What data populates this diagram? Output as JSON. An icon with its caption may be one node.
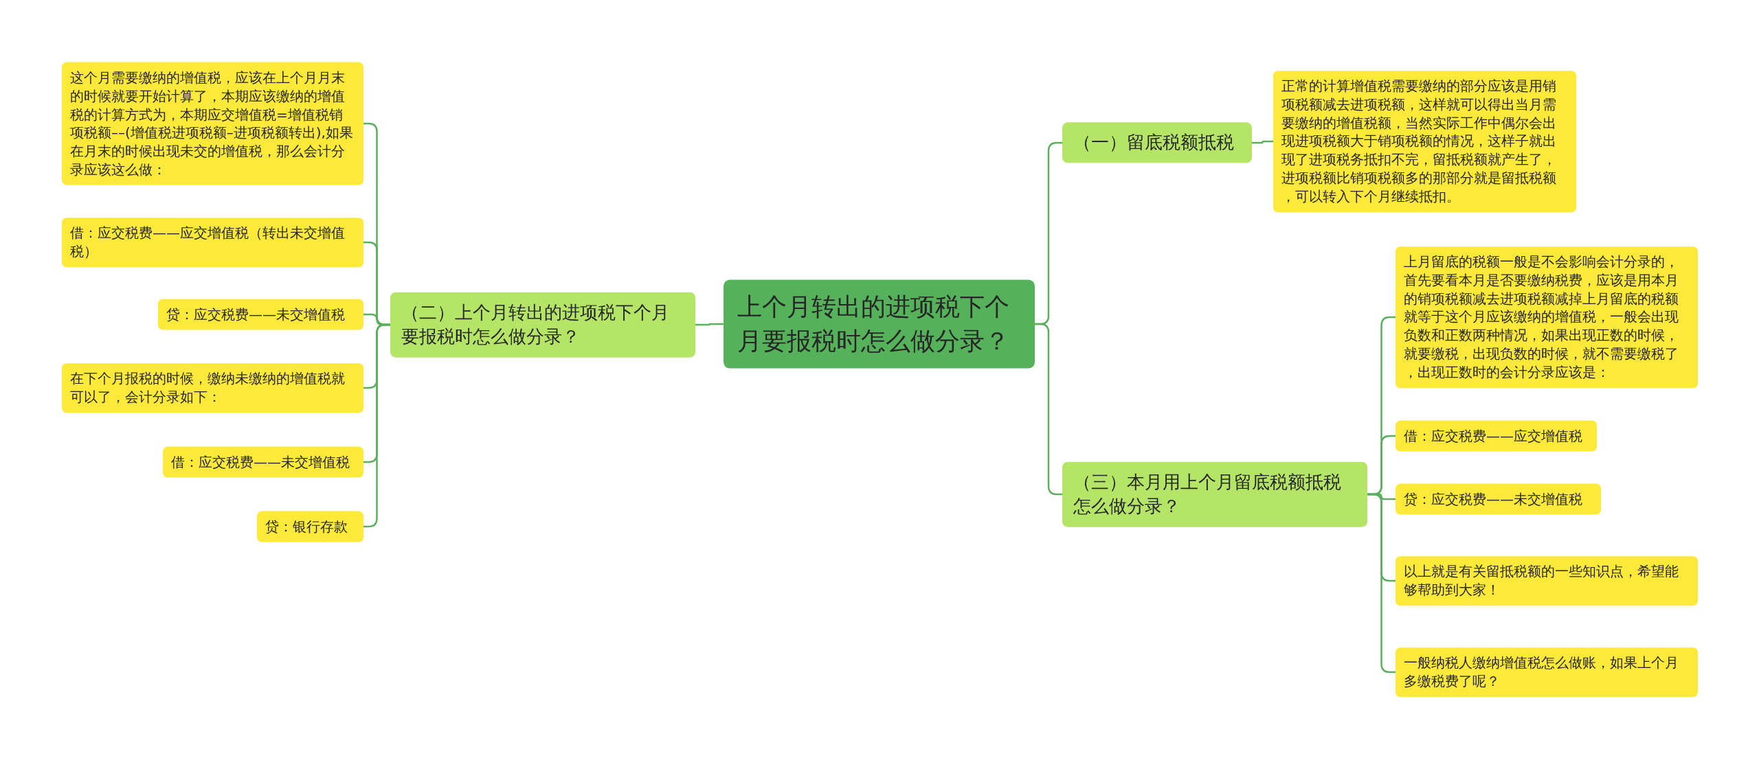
{
  "diagram": {
    "nodes": [
      {
        "text": [
          "上个月转出的进项税下个月要报税时怎么做分录？"
        ]
      },
      {
        "text": [
          "（二）上个月转出的进项税下个月要报税时怎么做分录？"
        ]
      },
      {
        "text": [
          "这个月需要缴纳的增值税，应该在上个月月末的时候就要开始计算了，本期应该缴纳的增值税的计算方式为，本期应交增值税=增值税销项税额––(增值税进项税额–进项税额转出),如果在月末的时候出现未交的增值税，那么会计分录应该这么做："
        ]
      },
      {
        "text": [
          "借：应交税费——应交增值税（转出未交增值税）"
        ]
      },
      {
        "text": [
          "贷：应交税费——未交增值税"
        ]
      },
      {
        "text": [
          "在下个月报税的时候，缴纳未缴纳的增值税就可以了，会计分录如下："
        ]
      },
      {
        "text": [
          "借：应交税费——未交增值税"
        ]
      },
      {
        "text": [
          "贷：银行存款"
        ]
      },
      {
        "text": [
          "（一）留底税额抵税"
        ]
      },
      {
        "text": [
          "正常的计算增值税需要缴纳的部分应该是用销项税额减去进项税额，这样就可以得出当月需要缴纳的增值税额，当然实际工作中偶尔会出现进项税额大于销项税额的情况，这样子就出现了进项税务抵扣不完，留抵税额就产生了，进项税额比销项税额多的那部分就是留抵税额，可以转入下个月继续抵扣。"
        ]
      },
      {
        "text": [
          "（三）本月用上个月留底税额抵税怎么做分录？"
        ]
      },
      {
        "text": [
          "上月留底的税额一般是不会影响会计分录的，首先要看本月是否要缴纳税费，应该是用本月的销项税额减去进项税额减掉上月留底的税额就等于这个月应该缴纳的增值税，一般会出现负数和正数两种情况，如果出现正数的时候，就要缴税，出现负数的时候，就不需要缴税了，出现正数时的会计分录应该是："
        ]
      },
      {
        "text": [
          "借：应交税费——应交增值税"
        ]
      },
      {
        "text": [
          "贷：应交税费——未交增值税"
        ]
      },
      {
        "text": [
          "以上就是有关留抵税额的一些知识点，希望能够帮助到大家！"
        ]
      },
      {
        "text": [
          "一般纳税人缴纳增值税怎么做账，如果上个月多缴税费了呢？"
        ]
      }
    ],
    "edges": [
      {
        "from": 0,
        "to": 1,
        "arrow": "none"
      },
      {
        "from": 1,
        "to": 2,
        "arrow": "none"
      },
      {
        "from": 1,
        "to": 3,
        "arrow": "none"
      },
      {
        "from": 1,
        "to": 4,
        "arrow": "none"
      },
      {
        "from": 1,
        "to": 5,
        "arrow": "none"
      },
      {
        "from": 1,
        "to": 6,
        "arrow": "none"
      },
      {
        "from": 1,
        "to": 7,
        "arrow": "none"
      },
      {
        "from": 0,
        "to": 8,
        "arrow": "none"
      },
      {
        "from": 8,
        "to": 9,
        "arrow": "none"
      },
      {
        "from": 0,
        "to": 10,
        "arrow": "none"
      },
      {
        "from": 10,
        "to": 11,
        "arrow": "none"
      },
      {
        "from": 10,
        "to": 12,
        "arrow": "none"
      },
      {
        "from": 10,
        "to": 13,
        "arrow": "none"
      },
      {
        "from": 10,
        "to": 14,
        "arrow": "none"
      },
      {
        "from": 10,
        "to": 15,
        "arrow": "none"
      }
    ]
  }
}
